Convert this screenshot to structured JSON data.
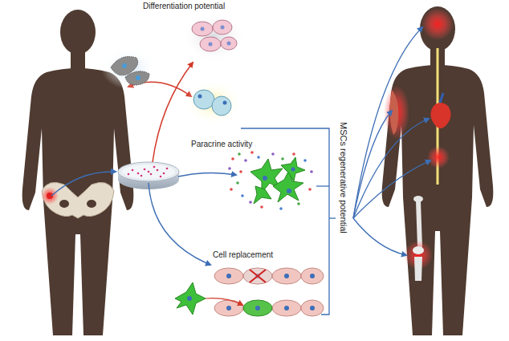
{
  "diagram": {
    "labels": [
      "Differentiation potential",
      "Paracrine activity",
      "Cell replacement",
      "MSCs regenerative potential"
    ]
  }
}
